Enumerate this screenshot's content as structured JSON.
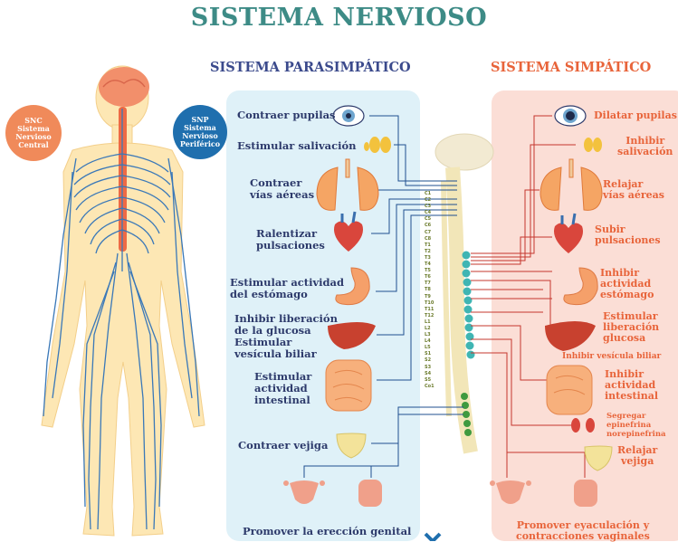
{
  "title": "SISTEMA NERVIOSO",
  "parasympathetic_title": "SISTEMA PARASIMPÁTICO",
  "sympathetic_title": "SISTEMA SIMPÁTICO",
  "snc": {
    "line1": "SNC",
    "line2": "Sistema",
    "line3": "Nervioso",
    "line4": "Central"
  },
  "snp": {
    "line1": "SNP",
    "line2": "Sistema",
    "line3": "Nervioso",
    "line4": "Periférico"
  },
  "parasympathetic": {
    "pupils": "Contraer pupilas",
    "saliva": "Estimular salivación",
    "airways1": "Contraer",
    "airways2": "vías aéreas",
    "heart1": "Ralentizar",
    "heart2": "pulsaciones",
    "stomach1": "Estimular actividad",
    "stomach2": "del estómago",
    "liver1": "Inhibir liberación",
    "liver2": "de la glucosa",
    "liver3": "Estimular",
    "liver4": "vesícula biliar",
    "intestine1": "Estimular",
    "intestine2": "actividad",
    "intestine3": "intestinal",
    "bladder": "Contraer vejiga",
    "genital": "Promover la erección genital"
  },
  "sympathetic": {
    "pupils": "Dilatar pupilas",
    "saliva1": "Inhibir",
    "saliva2": "salivación",
    "airways1": "Relajar",
    "airways2": "vías aéreas",
    "heart1": "Subir",
    "heart2": "pulsaciones",
    "stomach1": "Inhibir",
    "stomach2": "actividad",
    "stomach3": "estómago",
    "liver1": "Estimular",
    "liver2": "liberación",
    "liver3": "glucosa",
    "gallbladder": "Inhibir vesícula biliar",
    "intestine1": "Inhibir",
    "intestine2": "actividad",
    "intestine3": "intestinal",
    "adrenal1": "Segregar",
    "adrenal2": "epinefrina",
    "adrenal3": "norepinefrina",
    "bladder1": "Relajar",
    "bladder2": "vejiga",
    "genital1": "Promover eyaculación y",
    "genital2": "contracciones vaginales"
  },
  "spine_labels": [
    "C1",
    "C2",
    "C3",
    "C4",
    "C5",
    "C6",
    "C7",
    "C8",
    "T1",
    "T2",
    "T3",
    "T4",
    "T5",
    "T6",
    "T7",
    "T8",
    "T9",
    "T10",
    "T11",
    "T12",
    "L1",
    "L2",
    "L3",
    "L4",
    "L5",
    "S1",
    "S2",
    "S3",
    "S4",
    "S5",
    "Co1"
  ],
  "colors": {
    "title": "#3d8b86",
    "parasympathetic": "#3b4a8c",
    "sympathetic": "#e8643a",
    "snc": "#f08a5a",
    "snp": "#1f6fae"
  }
}
